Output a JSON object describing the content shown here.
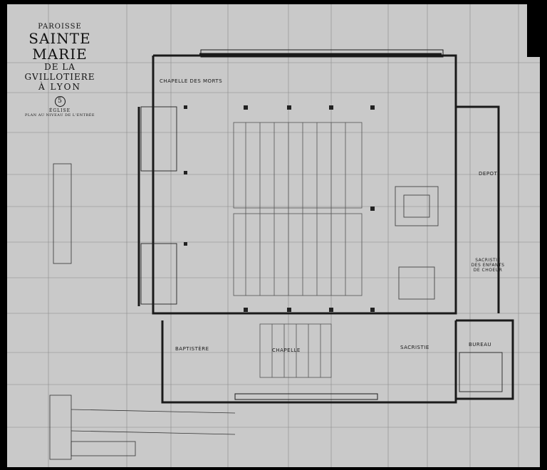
{
  "title_block": {
    "line1": "PAROISSE",
    "line2": "SAINTE MARIE",
    "line3": "DE LA GVILLOTIERE",
    "line4": "À LYON",
    "sheet_number": "5",
    "subtitle": "ÉGLISE",
    "subtitle2": "PLAN AU NIVEAU DE L'ENTRÉE"
  },
  "rooms": {
    "chapelle_des_morts": "CHAPELLE DES MORTS",
    "depot": "DEPOT",
    "sacristie_enfants": "SACRISTIE DES ENFANTS DE CHOEUR",
    "baptistere": "BAPTISTÈRE",
    "chapelle": "CHAPELLE",
    "sacristie": "SACRISTIE",
    "bureau": "BUREAU"
  },
  "colors": {
    "paper": "#c9c9c9",
    "ink": "#1a1a1a",
    "border": "#000000"
  }
}
